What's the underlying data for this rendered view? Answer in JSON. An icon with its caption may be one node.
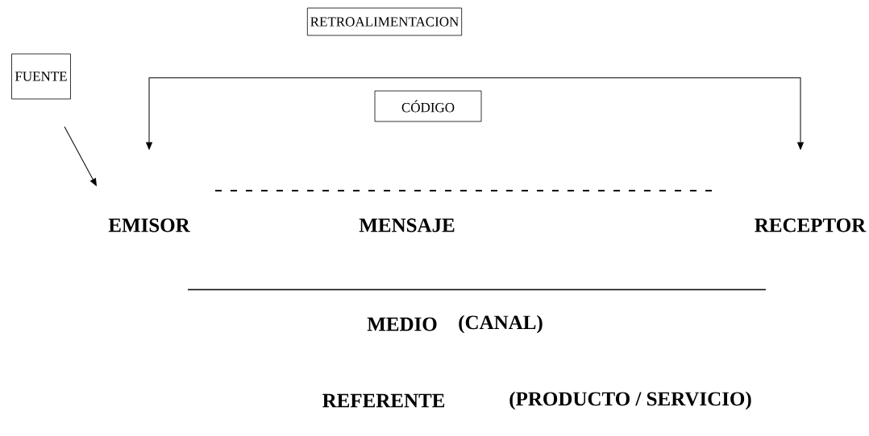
{
  "diagram": {
    "nodes": [
      {
        "text": [
          "RETROALIMENTACION"
        ]
      },
      {
        "text": [
          "FUENTE"
        ]
      },
      {
        "text": [
          "CÓDIGO"
        ]
      },
      {
        "text": [
          "EMISOR"
        ]
      },
      {
        "text": [
          "MENSAJE"
        ]
      },
      {
        "text": [
          "RECEPTOR"
        ]
      }
    ],
    "edges": [
      {
        "from": 3,
        "to": 5,
        "arrow": "both"
      },
      {
        "from": 1,
        "to": 3,
        "arrow": "to"
      }
    ],
    "labels": [
      "MEDIO",
      "(CANAL)",
      "REFERENTE",
      "(PRODUCTO / SERVICIO)"
    ]
  }
}
